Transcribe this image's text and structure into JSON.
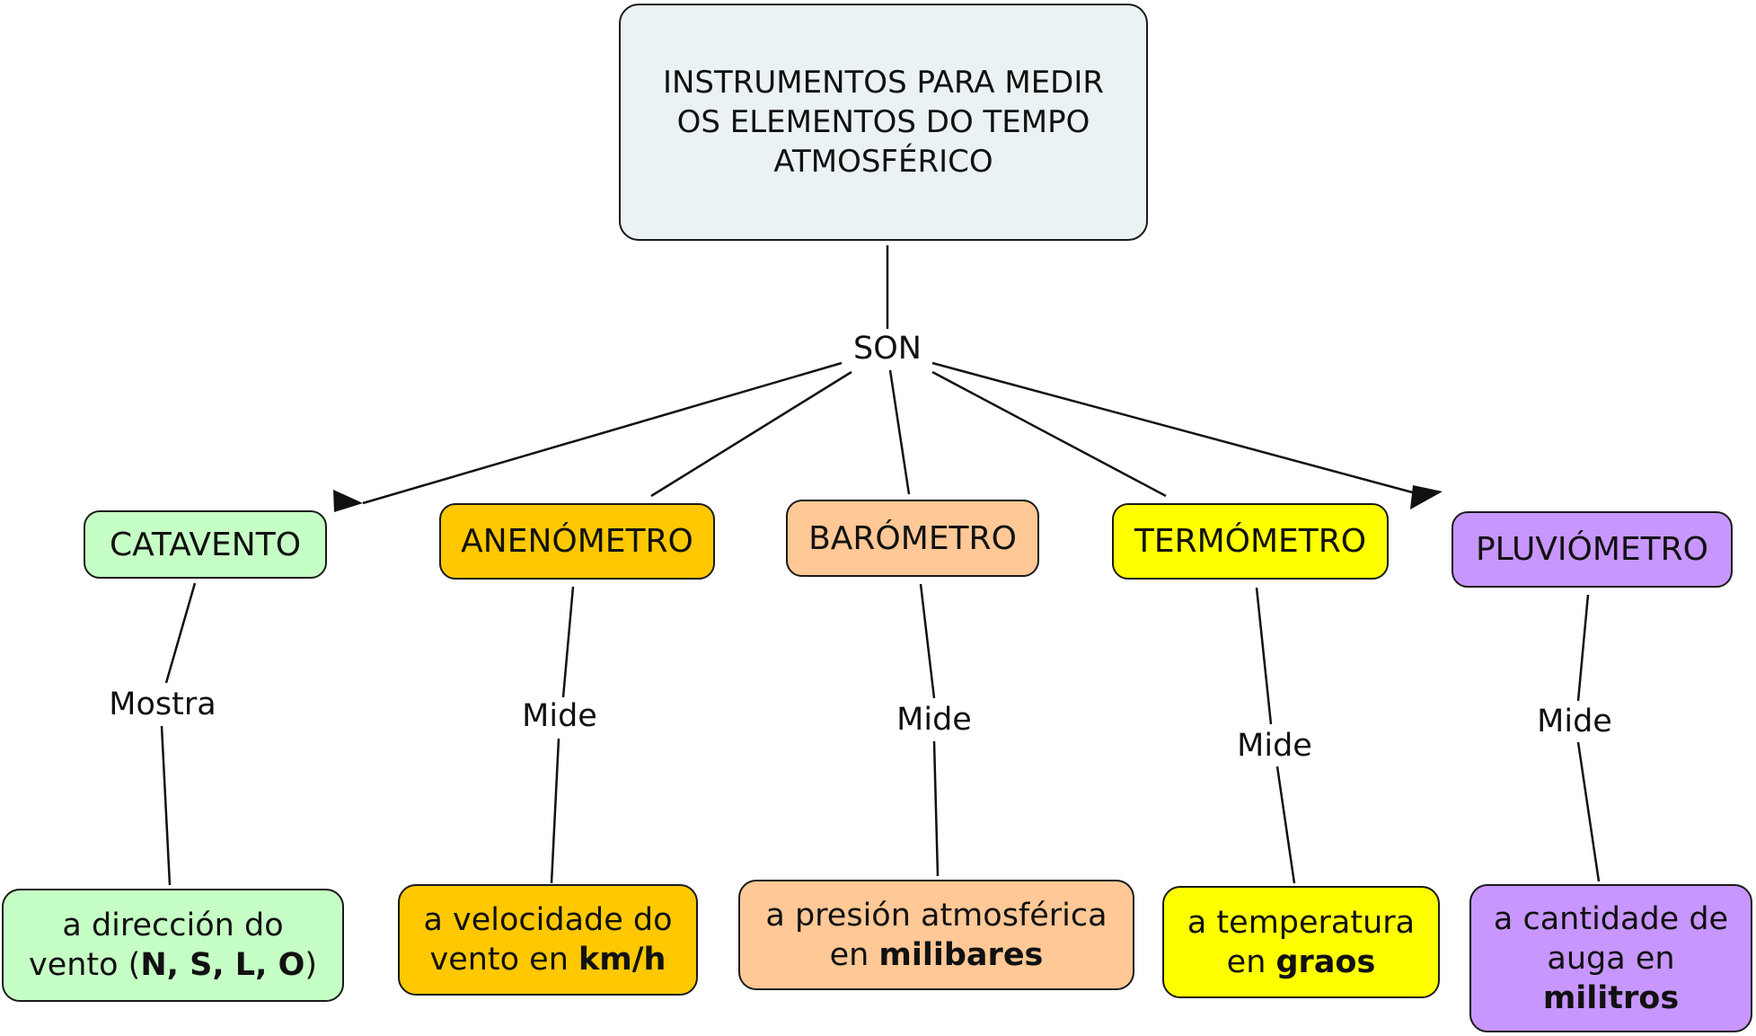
{
  "root": {
    "lines": [
      "INSTRUMENTOS PARA MEDIR",
      "OS ELEMENTOS DO TEMPO",
      "ATMOSFÉRICO"
    ]
  },
  "son_label": "SON",
  "instruments": [
    {
      "name": "CATAVENTO",
      "color": "#c6ffc6",
      "link": "Mostra",
      "desc": {
        "l1": "a dirección do",
        "l2_pre": "vento (",
        "l2_bold": "N, S, L, O",
        "l2_post": ")"
      }
    },
    {
      "name": "ANENÓMETRO",
      "color": "#ffc800",
      "link": "Mide",
      "desc": {
        "l1": "a velocidade do",
        "l2_pre": "vento en ",
        "l2_bold": "km/h"
      }
    },
    {
      "name": "BARÓMETRO",
      "color": "#ffc896",
      "link": "Mide",
      "desc": {
        "l1": "a presión atmosférica",
        "l2_pre": "en ",
        "l2_bold": "milibares"
      }
    },
    {
      "name": "TERMÓMETRO",
      "color": "#ffff00",
      "link": "Mide",
      "desc": {
        "l1": "a temperatura",
        "l2_pre": "en ",
        "l2_bold": "graos"
      }
    },
    {
      "name": "PLUVIÓMETRO",
      "color": "#c896ff",
      "link": "Mide",
      "desc": {
        "l1": "a cantidade de",
        "l2": "auga en",
        "l3_bold": "militros"
      }
    }
  ]
}
